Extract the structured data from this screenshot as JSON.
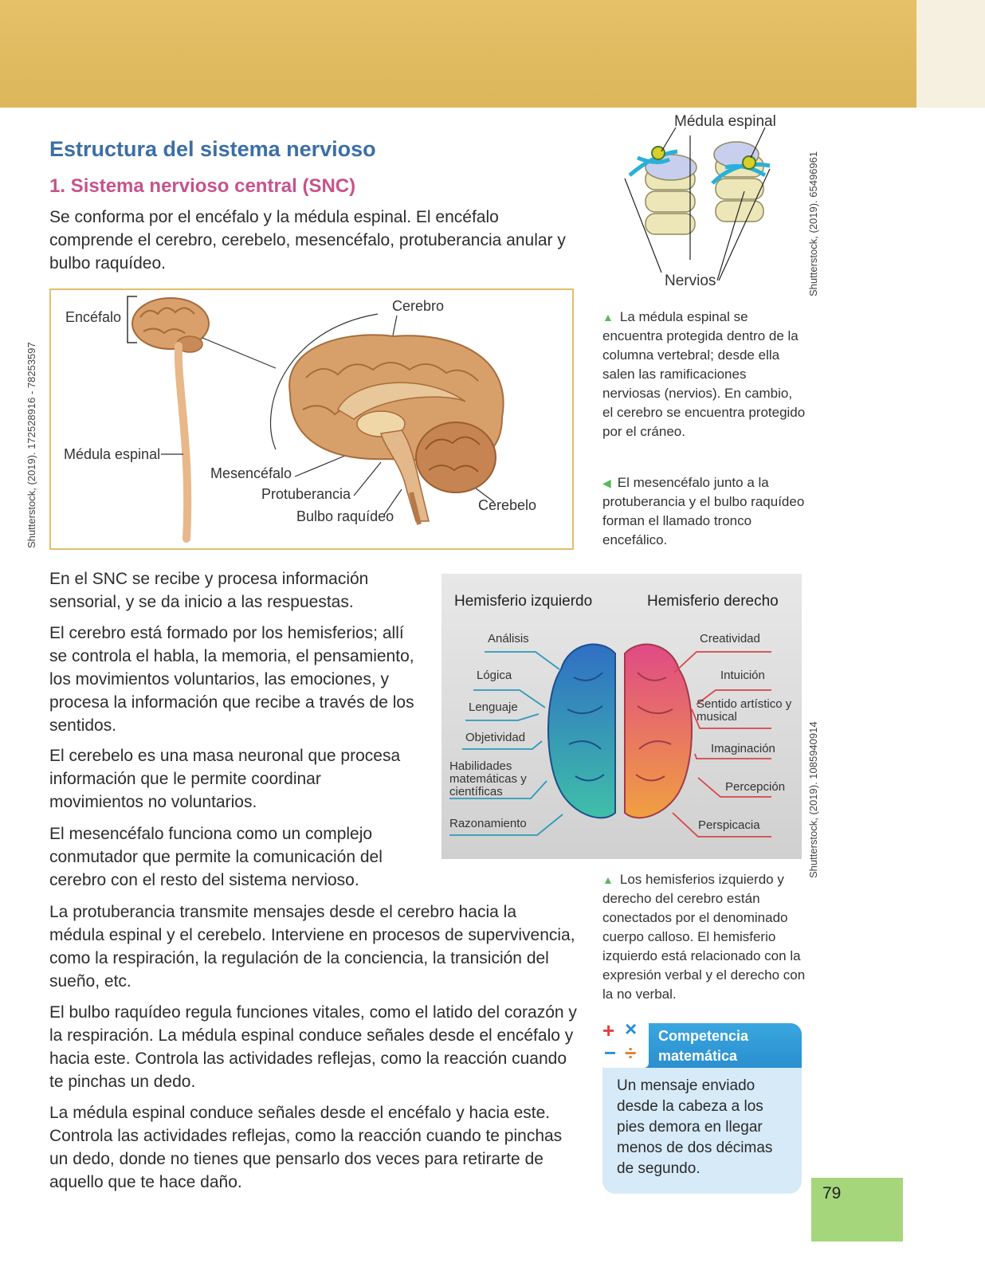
{
  "header": {
    "title": "Estructura del sistema nervioso",
    "subtitle": "1. Sistema nervioso central (SNC)",
    "intro": "Se conforma por el encéfalo y la médula espinal. El encéfalo comprende el cerebro, cerebelo, mesencéfalo, protuberancia anular y bulbo raquídeo."
  },
  "credits": {
    "left": "Shutterstock, (2019). 172528916 - 78253597",
    "right_top": "Shutterstock, (2019). 65496961",
    "right_bottom": "Shutterstock, (2019). 1085940914"
  },
  "brain_diagram": {
    "encefalo": "Encéfalo",
    "cerebro": "Cerebro",
    "medula": "Médula espinal",
    "mesencefalo": "Mesencéfalo",
    "protuberancia": "Protuberancia",
    "bulbo": "Bulbo raquídeo",
    "cerebelo": "Cerebelo"
  },
  "spine": {
    "medula": "Médula espinal",
    "nervios": "Nervios"
  },
  "captions": {
    "spine": "La médula espinal se encuentra protegida dentro de la columna vertebral; desde ella salen las ramificaciones nerviosas (nervios). En cambio, el cerebro se encuentra protegido por el cráneo.",
    "mesencefalo": "El mesencéfalo junto a la protuberancia y el bulbo raquídeo forman el llamado tronco encefálico.",
    "hemispheres": "Los hemisferios izquierdo y derecho del cerebro están conectados por el denominado cuerpo calloso. El hemisferio izquierdo está relacionado con la expresión verbal y el derecho con la no verbal."
  },
  "body": {
    "p1": "En el SNC se recibe y procesa información sensorial, y se da inicio a las respuestas.",
    "p2": "El cerebro está formado por los hemisferios; allí se controla el habla, la memoria, el pensamiento, los movimientos voluntarios, las emociones, y procesa la información que recibe a través de los sentidos.",
    "p3": "El cerebelo es una masa neuronal que procesa información que le permite coordinar movimientos no voluntarios.",
    "p4": "El mesencéfalo funciona como un complejo conmutador que permite la comunicación del cerebro con el resto del sistema nervioso.",
    "p5": "La protuberancia transmite mensajes desde el cerebro hacia la médula espinal y el cerebelo. Interviene en procesos de supervivencia, como la respiración, la regulación de la conciencia, la transición del sueño, etc.",
    "p6": "El bulbo raquídeo regula funciones vitales, como el latido del corazón y la respiración. La médula espinal conduce señales desde el encéfalo y hacia este. Controla las actividades reflejas, como la reacción cuando te pinchas un dedo.",
    "p7": "La médula espinal conduce señales desde el encéfalo y hacia este. Controla las actividades reflejas, como la reacción cuando te pinchas un dedo, donde no tienes que pensarlo dos veces para retirarte de aquello que te hace daño."
  },
  "hemispheres": {
    "left_title": "Hemisferio izquierdo",
    "right_title": "Hemisferio derecho",
    "left": [
      "Análisis",
      "Lógica",
      "Lenguaje",
      "Objetividad",
      "Habilidades matemáticas y científicas",
      "Razonamiento"
    ],
    "right": [
      "Creatividad",
      "Intuición",
      "Sentido artístico y musical",
      "Imaginación",
      "Percepción",
      "Perspicacia"
    ]
  },
  "competencia": {
    "title_line1": "Competencia",
    "title_line2": "matemática",
    "text": "Un mensaje enviado desde la cabeza a los pies demora en llegar menos de dos décimas de segundo."
  },
  "page_number": "79",
  "colors": {
    "band": "#dfb95e",
    "title": "#3b6fa6",
    "subtitle": "#c6538c",
    "box_border": "#e2c06a",
    "caption_triangle": "#5cb85c",
    "competencia": "#2a8fd0",
    "page_tab": "#a5d67b"
  }
}
